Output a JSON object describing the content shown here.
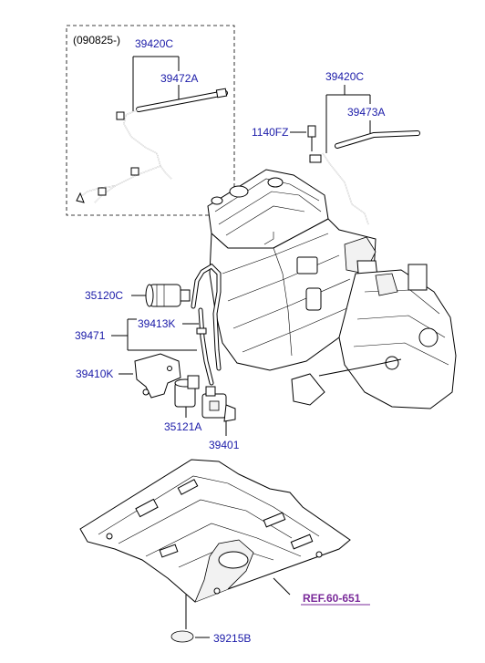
{
  "variant_label": "(090825-)",
  "parts": {
    "p39420C_top": "39420C",
    "p39472A": "39472A",
    "p39420C_right": "39420C",
    "p39473A": "39473A",
    "p1140FZ": "1140FZ",
    "p35120C": "35120C",
    "p39413K": "39413K",
    "p39471": "39471",
    "p39410K": "39410K",
    "p35121A": "35121A",
    "p39401": "39401",
    "p39215B": "39215B"
  },
  "reference": "REF.60-651",
  "colors": {
    "part_number": "#1a1aa8",
    "reference": "#7a2a9a",
    "line": "#000000"
  }
}
